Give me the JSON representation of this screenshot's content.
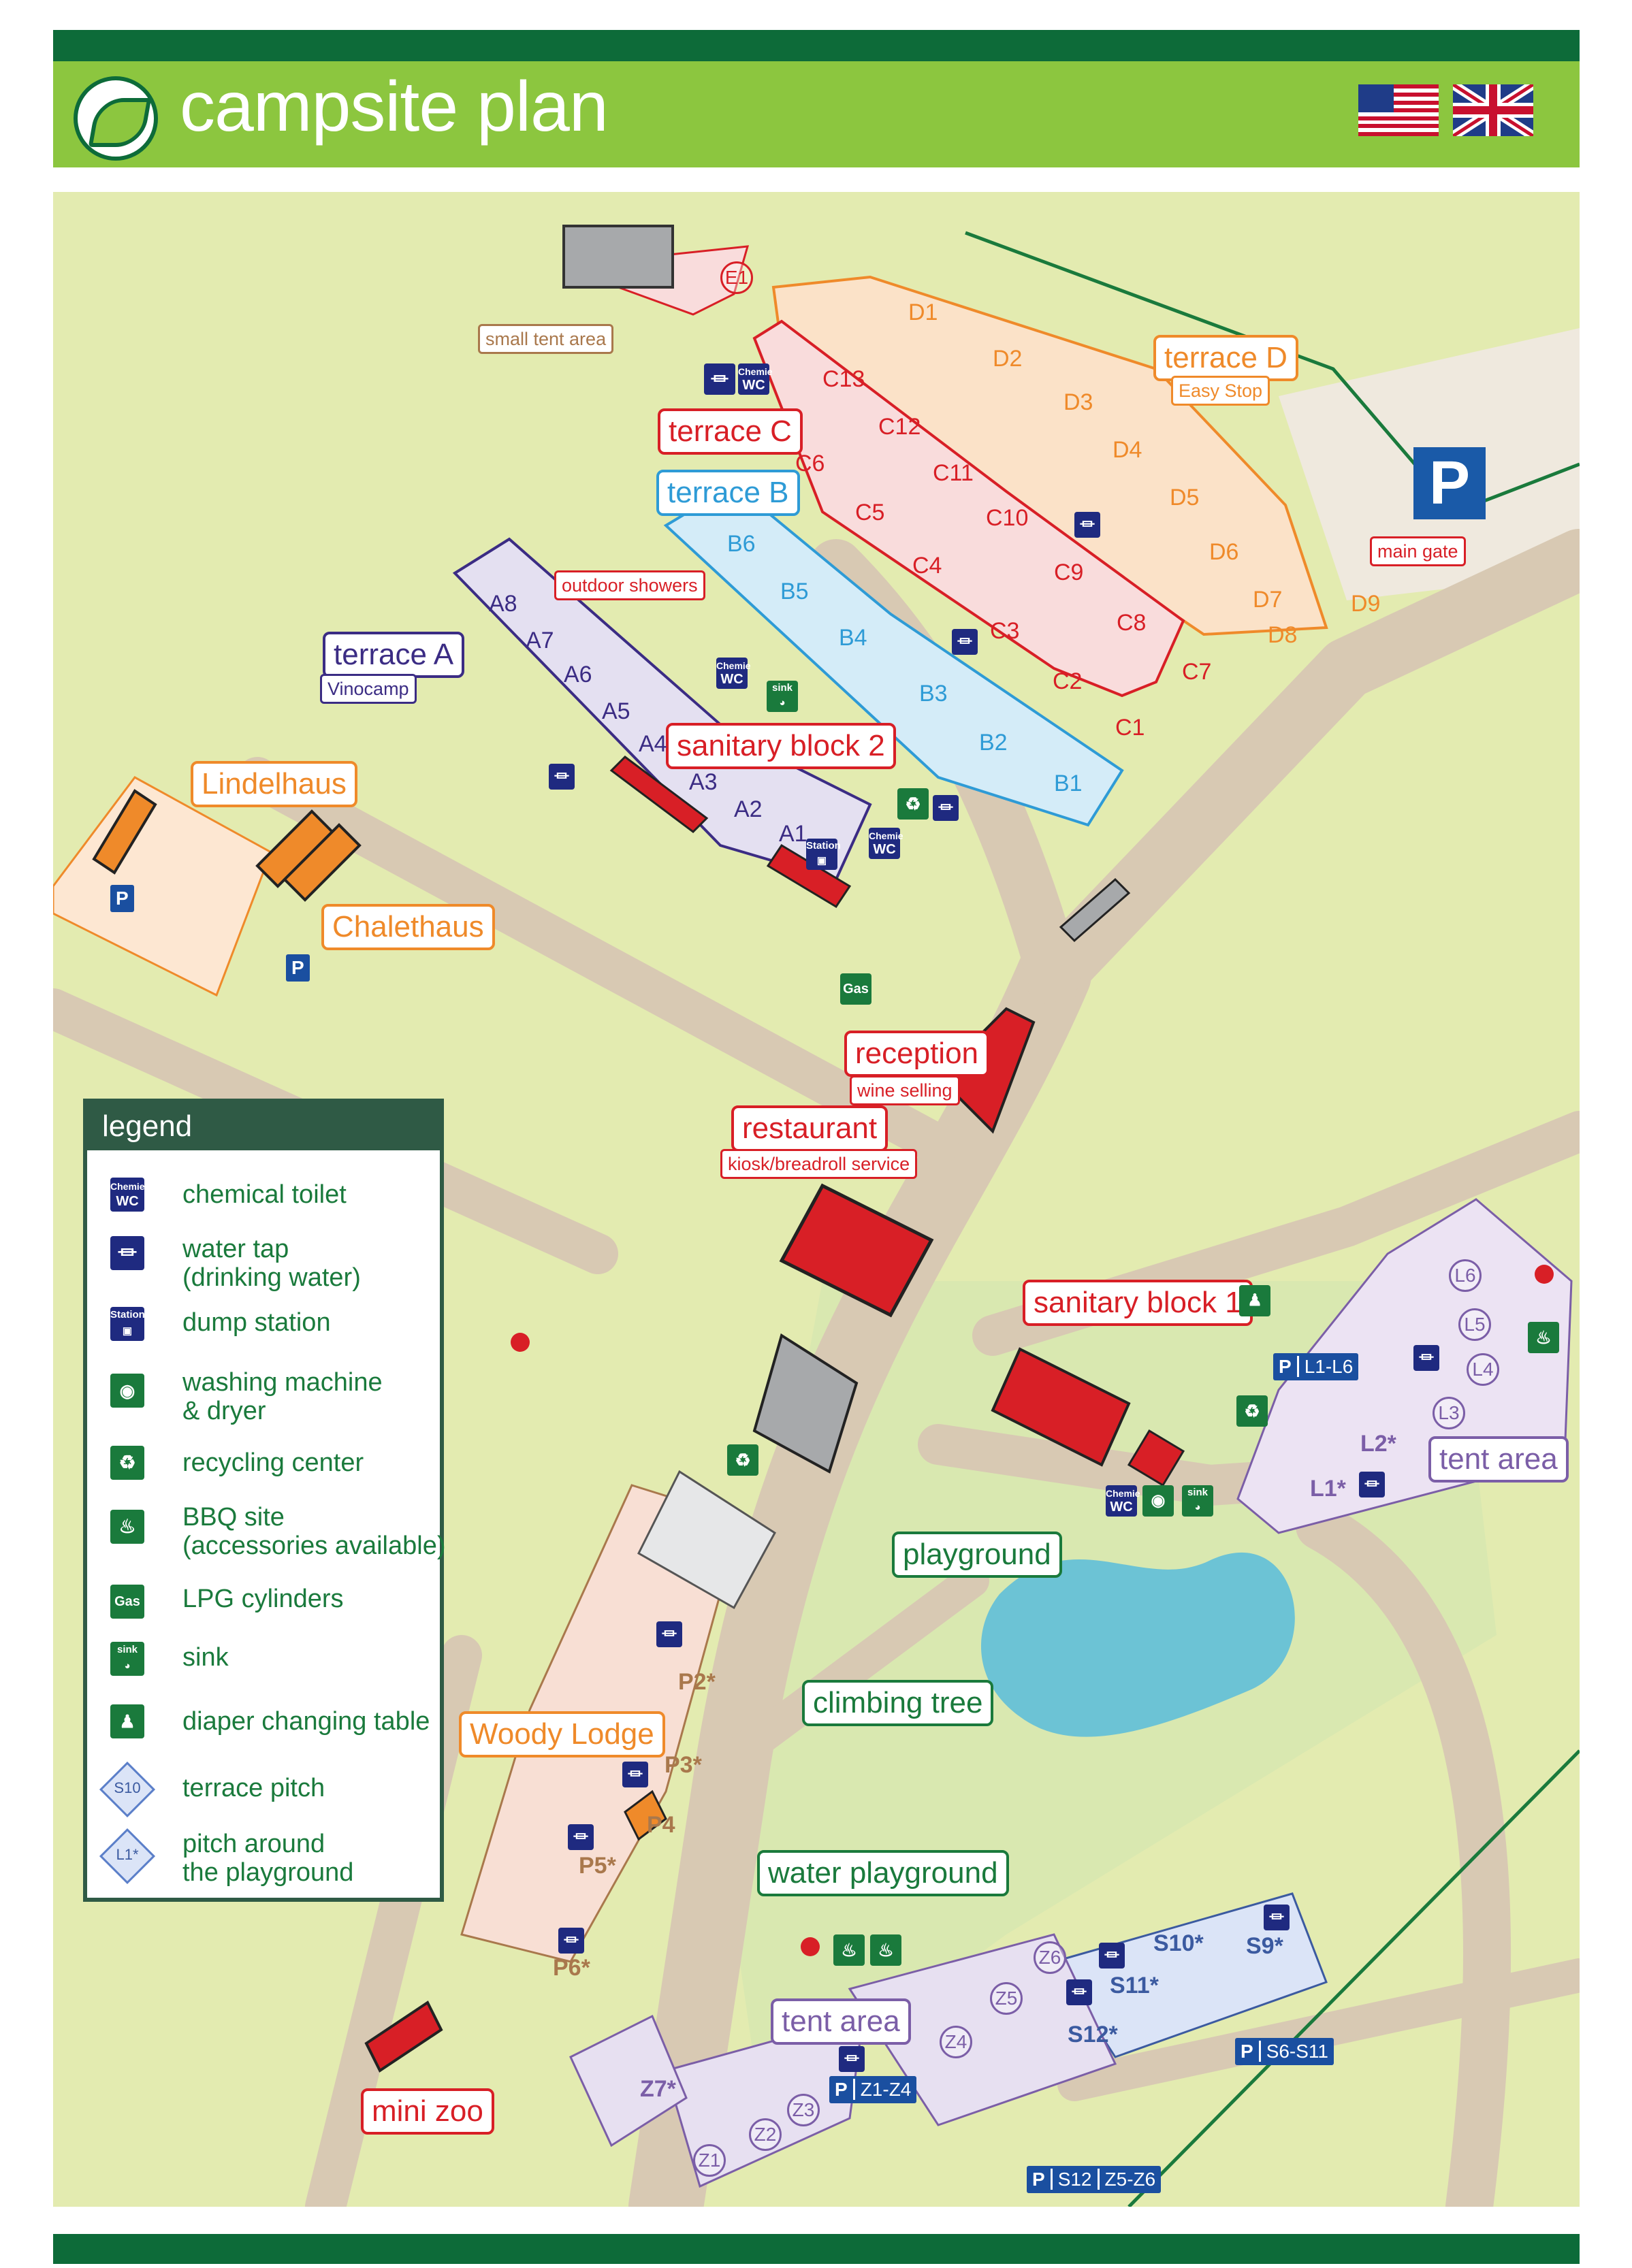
{
  "header": {
    "title": "campsite plan",
    "flags": [
      "us-flag",
      "uk-flag"
    ],
    "colors": {
      "bar": "#8cc63f",
      "dark": "#0d6b39"
    }
  },
  "labels": {
    "small_tent_area": "small tent area",
    "terrace_c": "terrace C",
    "terrace_b": "terrace B",
    "terrace_d": "terrace D",
    "easy_stop": "Easy Stop",
    "main_gate": "main gate",
    "outdoor_showers": "outdoor showers",
    "terrace_a": "terrace A",
    "vinocamp": "Vinocamp",
    "sanitary_block_2": "sanitary block 2",
    "lindelhaus": "Lindelhaus",
    "chalethaus": "Chalethaus",
    "reception": "reception",
    "wine_selling": "wine selling",
    "restaurant": "restaurant",
    "kiosk": "kiosk/breadroll service",
    "sanitary_block_1": "sanitary block 1",
    "tent_area_right": "tent area",
    "playground": "playground",
    "climbing_tree": "climbing tree",
    "woody_lodge": "Woody Lodge",
    "water_playground": "water playground",
    "tent_area_bottom": "tent area",
    "mini_zoo": "mini zoo"
  },
  "pitches": {
    "E": [
      "E1"
    ],
    "D": [
      "D1",
      "D2",
      "D3",
      "D4",
      "D5",
      "D6",
      "D7",
      "D8",
      "D9"
    ],
    "C": [
      "C13",
      "C12",
      "C11",
      "C10",
      "C9",
      "C8",
      "C7",
      "C6",
      "C5",
      "C4",
      "C3",
      "C2",
      "C1"
    ],
    "B": [
      "B6",
      "B5",
      "B4",
      "B3",
      "B2",
      "B1"
    ],
    "A": [
      "A8",
      "A7",
      "A6",
      "A5",
      "A4",
      "A3",
      "A2",
      "A1"
    ],
    "L": [
      "L6",
      "L5",
      "L4",
      "L3",
      "L2*",
      "L1*"
    ],
    "P": [
      "P2*",
      "P3*",
      "P4",
      "P5*",
      "P6*"
    ],
    "S": [
      "S10*",
      "S9*",
      "S11*",
      "S12*"
    ],
    "Z": [
      "Z6",
      "Z5",
      "Z4",
      "Z7*",
      "Z3",
      "Z2",
      "Z1"
    ]
  },
  "parking": {
    "big": "P",
    "l": {
      "p": "P",
      "text": "L1-L6"
    },
    "s": {
      "p": "P",
      "text": "S6-S11"
    },
    "z": {
      "p": "P",
      "text": "Z1-Z4"
    },
    "s2": {
      "p": "P",
      "text": "S12",
      "text2": "Z5-Z6"
    },
    "small": "P"
  },
  "icons": {
    "chemie": "Chemie",
    "wc": "WC",
    "station": "Station",
    "sink": "sink",
    "gas": "Gas"
  },
  "legend": {
    "title": "legend",
    "items": [
      {
        "icon": "chemical-toilet-icon",
        "text": "chemical toilet"
      },
      {
        "icon": "water-tap-icon",
        "text": "water tap\n(drinking water)"
      },
      {
        "icon": "dump-station-icon",
        "text": "dump station"
      },
      {
        "icon": "washing-machine-icon",
        "text": "washing machine\n& dryer"
      },
      {
        "icon": "recycling-icon",
        "text": "recycling center"
      },
      {
        "icon": "bbq-icon",
        "text": "BBQ site\n(accessories available)"
      },
      {
        "icon": "lpg-icon",
        "text": "LPG cylinders"
      },
      {
        "icon": "sink-icon",
        "text": "sink"
      },
      {
        "icon": "diaper-changing-icon",
        "text": "diaper changing table"
      },
      {
        "icon": "terrace-pitch-icon",
        "text": "terrace pitch",
        "sample": "S10"
      },
      {
        "icon": "playground-pitch-icon",
        "text": "pitch around\nthe playground",
        "sample": "L1*"
      }
    ]
  },
  "colors": {
    "terrace_a": "#3b2c84",
    "terrace_b": "#2e9bd6",
    "terrace_c": "#d81f26",
    "terrace_d": "#ef8a2a",
    "tent": "#7b5ea7",
    "p_area": "#a9784c",
    "s_area": "#3b5aa0",
    "road": "#d8c9b3",
    "grass": "#e3ebb0",
    "pond": "#6cc3d5"
  }
}
